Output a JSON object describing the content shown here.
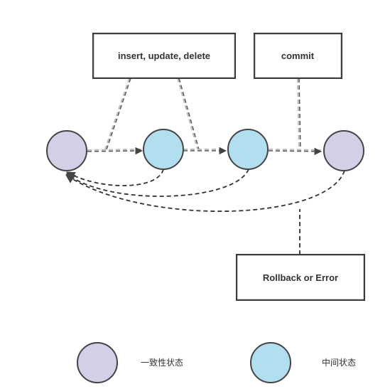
{
  "boxes": {
    "operations": "insert, update, delete",
    "commit": "commit",
    "rollback": "Rollback or Error"
  },
  "legend": {
    "consistent_state": "一致性状态",
    "intermediate_state": "中间状态"
  },
  "colors": {
    "consistent_state_fill": "#d2cfe6",
    "intermediate_state_fill": "#b2dfef",
    "stroke": "#444444",
    "dashed_light": "#bbbbbb"
  }
}
